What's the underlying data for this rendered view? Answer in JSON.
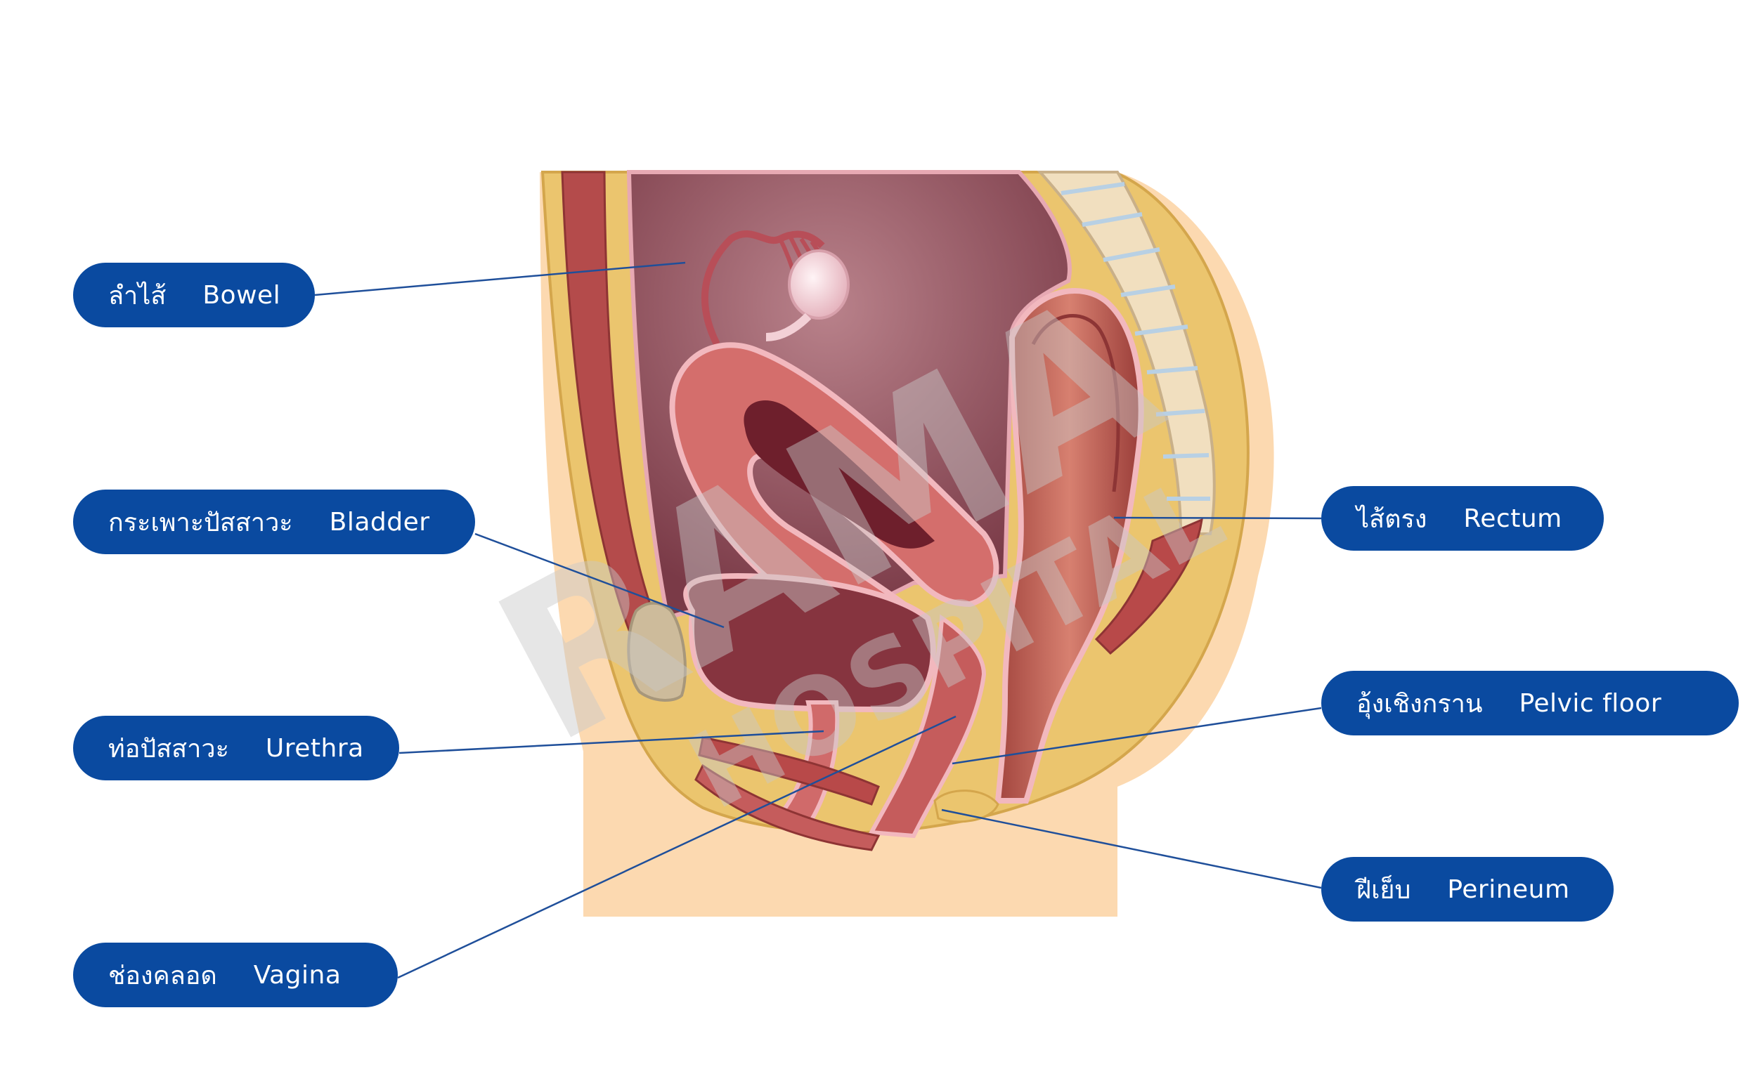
{
  "labels": {
    "bowel": {
      "th": "ลำไส้",
      "en": "Bowel"
    },
    "bladder": {
      "th": "กระเพาะปัสสาวะ",
      "en": "Bladder"
    },
    "urethra": {
      "th": "ท่อปัสสาวะ",
      "en": "Urethra"
    },
    "vagina": {
      "th": "ช่องคลอด",
      "en": "Vagina"
    },
    "rectum": {
      "th": "ไส้ตรง",
      "en": "Rectum"
    },
    "pelvic_floor": {
      "th": "อุ้งเชิงกราน",
      "en": "Pelvic floor"
    },
    "perineum": {
      "th": "ฝีเย็บ",
      "en": "Perineum"
    }
  },
  "watermark": {
    "line1": "RAMA",
    "line2": "HOSPITAL"
  },
  "colors": {
    "label_bg": "#0a4aa0",
    "leader_line": "#1f4f9a",
    "skin": "#fcd9b0",
    "fat": "#ebc56e",
    "tissue": "#c96b6b",
    "cavity": "#8e4a57"
  }
}
